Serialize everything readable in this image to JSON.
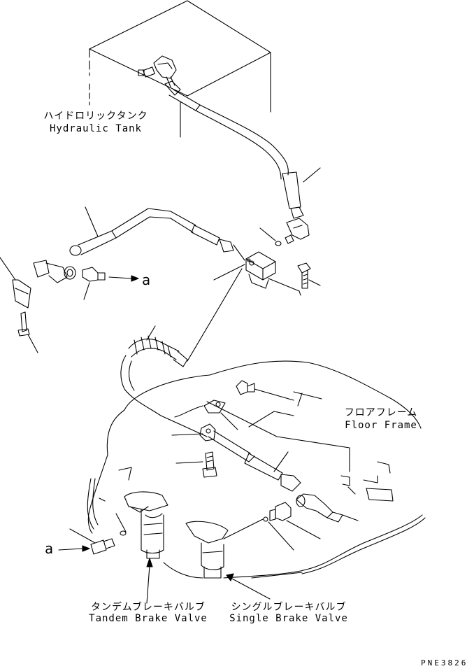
{
  "labels": {
    "hydraulic_tank_jp": "ハイドロリックタンク",
    "hydraulic_tank_en": "Hydraulic Tank",
    "floor_frame_jp": "フロアフレーム",
    "floor_frame_en": "Floor Frame",
    "tandem_brake_valve_jp": "タンデムブレーキバルブ",
    "tandem_brake_valve_en": "Tandem Brake Valve",
    "single_brake_valve_jp": "シングルブレーキバルブ",
    "single_brake_valve_en": "Single Brake Valve",
    "connection_a_upper": "a",
    "connection_a_lower": "a",
    "drawing_code": "PNE3826"
  }
}
